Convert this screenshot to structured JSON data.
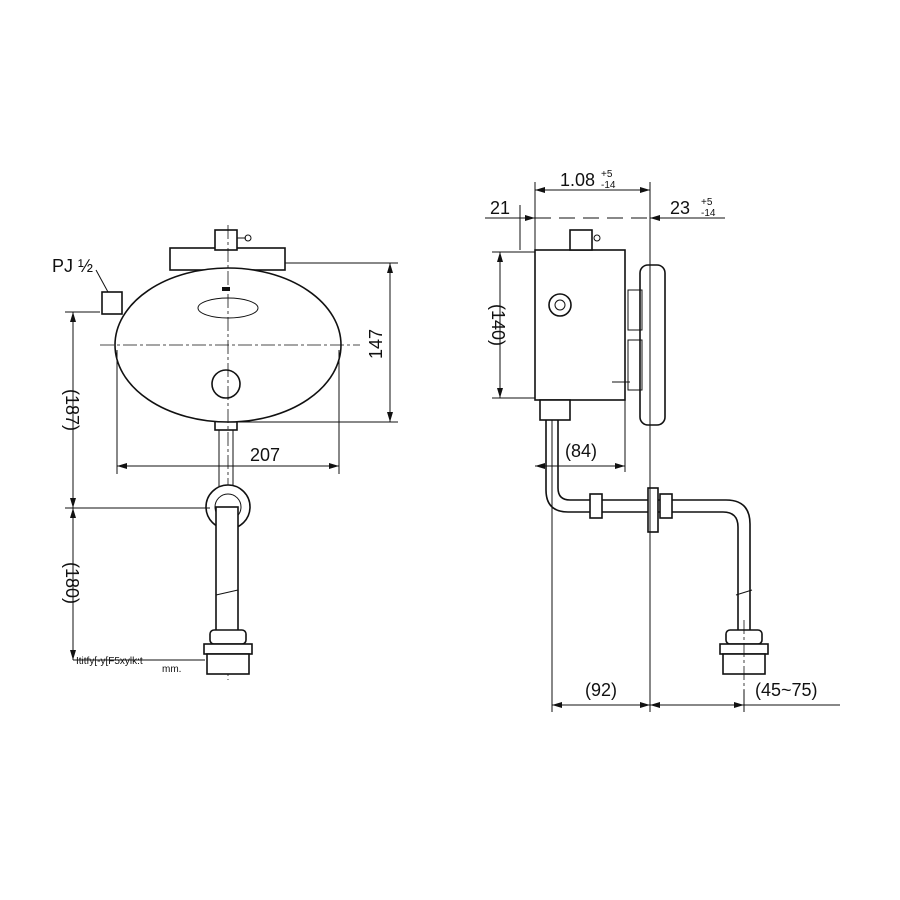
{
  "front_view": {
    "thread_label": "PJ",
    "thread_size": "½",
    "height_dim": "147",
    "width_dim": "207",
    "upper_dim": "(187)",
    "lower_dim": "(180)",
    "floor_note": "Ititfy[-y[F5xylk:t",
    "floor_unit": "mm."
  },
  "side_view": {
    "depth_dim": "1.08",
    "depth_tol_plus": "+5",
    "depth_tol_minus": "-14",
    "left_offset_dim": "21",
    "right_offset_dim": "23",
    "right_tol_plus": "+5",
    "right_tol_minus": "-14",
    "box_height_dim": "(140)",
    "box_depth_dim": "(84)",
    "pipe_offset_dim": "(92)",
    "wall_range_dim": "(45~75)"
  }
}
